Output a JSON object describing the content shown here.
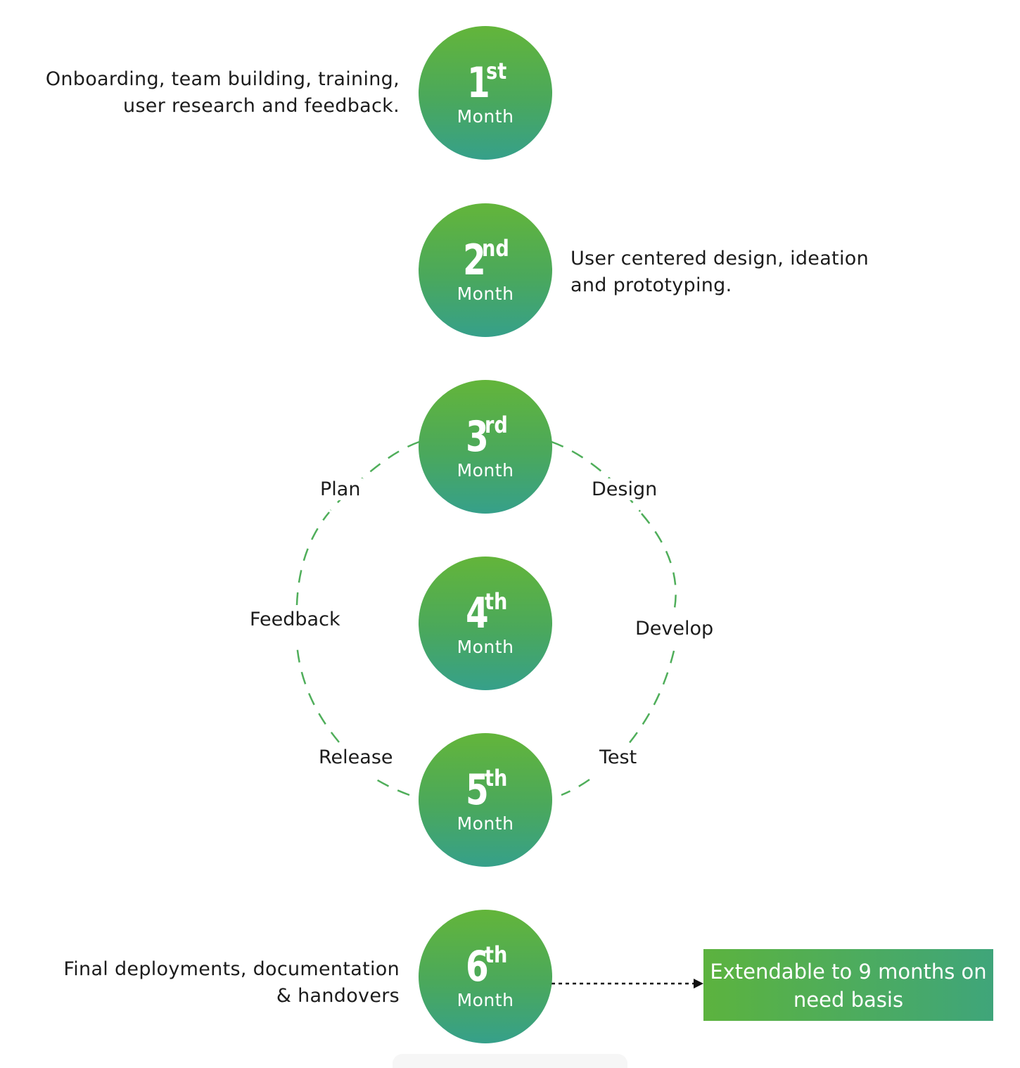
{
  "months": [
    {
      "number": "1",
      "suffix": "st",
      "label": "Month",
      "description": [
        "Onboarding, team building, training,",
        "user research and feedback."
      ]
    },
    {
      "number": "2",
      "suffix": "nd",
      "label": "Month",
      "description": [
        "User centered design, ideation",
        "and prototyping."
      ]
    },
    {
      "number": "3",
      "suffix": "rd",
      "label": "Month"
    },
    {
      "number": "4",
      "suffix": "th",
      "label": "Month"
    },
    {
      "number": "5",
      "suffix": "th",
      "label": "Month"
    },
    {
      "number": "6",
      "suffix": "th",
      "label": "Month",
      "description": [
        "Final deployments, documentation",
        "& handovers"
      ]
    }
  ],
  "cycle": {
    "stages": [
      "Plan",
      "Design",
      "Develop",
      "Test",
      "Release",
      "Feedback"
    ]
  },
  "extension": {
    "lines": [
      "Extendable to 9 months on",
      "need basis"
    ]
  },
  "colors": {
    "circle_top": "#63b53a",
    "circle_bottom": "#36a08a",
    "dashed_arc": "#4fae5a",
    "connector": "#111111"
  }
}
